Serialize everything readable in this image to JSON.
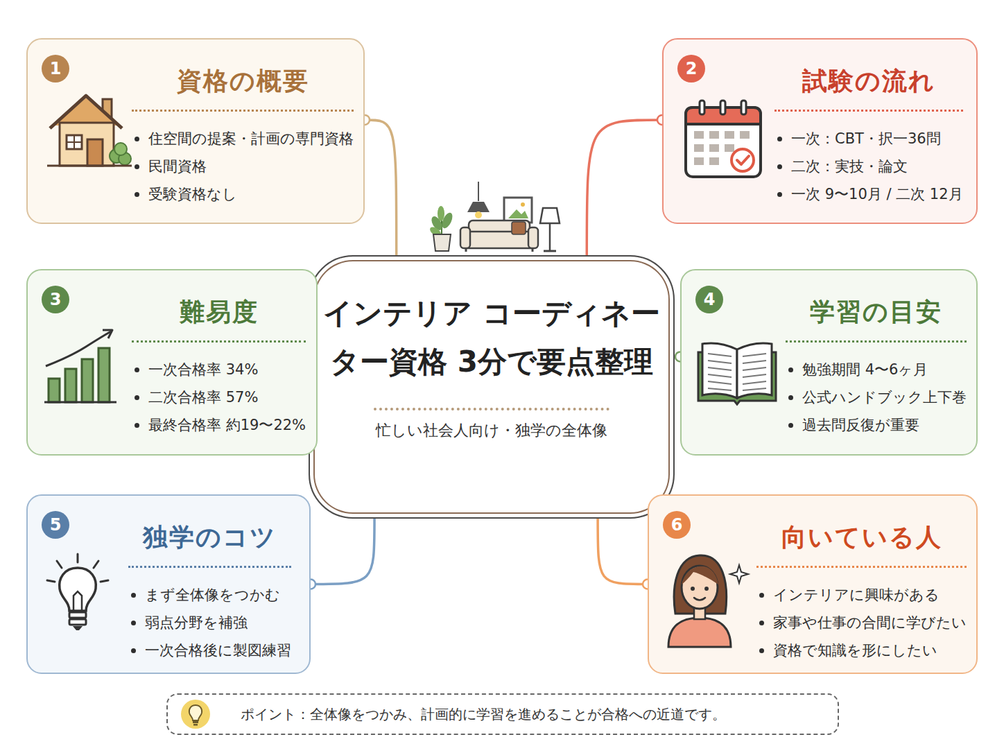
{
  "diagram": {
    "nodes": [
      {
        "text": [
          "インテリア コーディネーター資格 3分で要点整理",
          "忙しい社会人向け・独学の全体像"
        ]
      },
      {
        "text": [
          "資格の概要",
          "住空間の提案・計画の専門資格",
          "民間資格",
          "受験資格なし"
        ]
      },
      {
        "text": [
          "1"
        ],
        "in": 1
      },
      {
        "text": [
          "試験の流れ",
          "一次：CBT・択一36問",
          "二次：実技・論文",
          "一次 9〜10月 / 二次 12月"
        ]
      },
      {
        "text": [
          "2"
        ],
        "in": 3
      },
      {
        "text": [
          "難易度",
          "一次合格率 34%",
          "二次合格率 57%",
          "最終合格率 約19〜22%"
        ]
      },
      {
        "text": [
          "3"
        ],
        "in": 5
      },
      {
        "text": [
          "学習の目安",
          "勉強期間 4〜6ヶ月",
          "公式ハンドブック上下巻",
          "過去問反復が重要"
        ]
      },
      {
        "text": [
          "4"
        ],
        "in": 7
      },
      {
        "text": [
          "独学のコツ",
          "まず全体像をつかむ",
          "弱点分野を補強",
          "一次合格後に製図練習"
        ]
      },
      {
        "text": [
          "5"
        ],
        "in": 9
      },
      {
        "text": [
          "向いている人",
          "インテリアに興味がある",
          "家事や仕事の合間に学びたい",
          "資格で知識を形にしたい"
        ]
      },
      {
        "text": [
          "6"
        ],
        "in": 11
      },
      {
        "text": [
          "ポイント：全体像をつかみ、計画的に学習を進めることが合格への近道です。"
        ]
      }
    ],
    "edges": [
      {
        "from": 0,
        "to": 1,
        "arrow": "none"
      },
      {
        "from": 0,
        "to": 3,
        "arrow": "none"
      },
      {
        "from": 0,
        "to": 5,
        "arrow": "none"
      },
      {
        "from": 0,
        "to": 7,
        "arrow": "none"
      },
      {
        "from": 0,
        "to": 9,
        "arrow": "none"
      },
      {
        "from": 0,
        "to": 11,
        "arrow": "none"
      }
    ]
  }
}
